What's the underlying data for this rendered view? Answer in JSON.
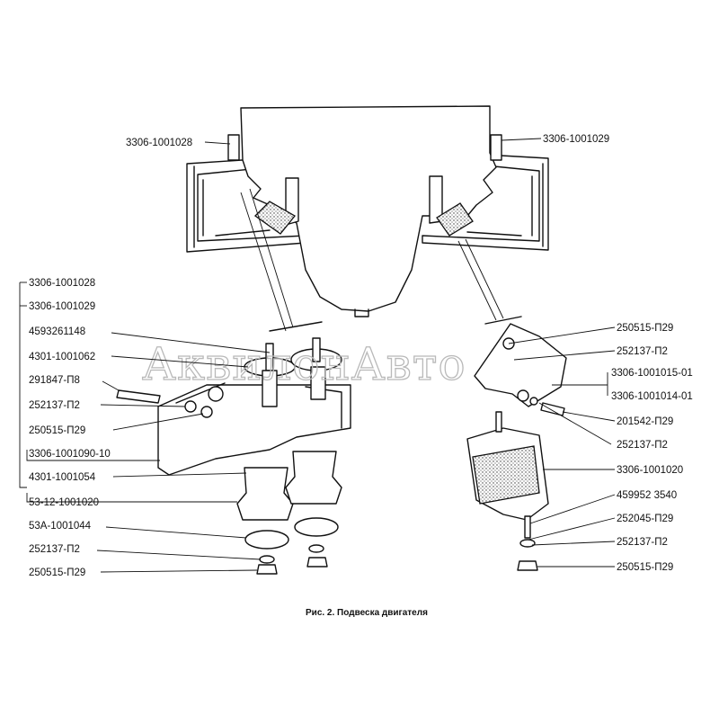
{
  "caption": "Рис. 2. Подвеска двигателя",
  "watermark": "АквилонАвто",
  "labels": {
    "top_left": "3306-1001028",
    "top_right": "3306-1001029",
    "left": [
      "3306-1001028",
      "3306-1001029",
      "4593261148",
      "4301-1001062",
      "291847-П8",
      "252137-П2",
      "250515-П29",
      "3306-1001090-10",
      "4301-1001054",
      "53-12-1001020",
      "53А-1001044",
      "252137-П2",
      "250515-П29"
    ],
    "right": [
      "250515-П29",
      "252137-П2",
      "3306-1001015-01",
      "3306-1001014-01",
      "201542-П29",
      "252137-П2",
      "3306-1001020",
      "459952 3540",
      "252045-П29",
      "252137-П2",
      "250515-П29"
    ]
  }
}
